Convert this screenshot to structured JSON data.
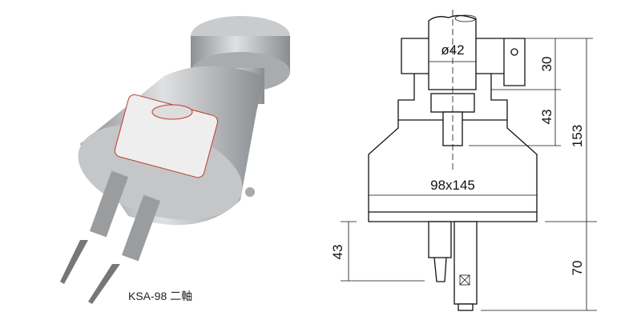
{
  "product": {
    "caption": "KSA-98 二軸",
    "photo_label": "product-photo"
  },
  "drawing": {
    "shaft_diameter": "ø42",
    "body_size": "98x145",
    "dim_top_flange": "30",
    "dim_neck": "43",
    "dim_total_height": "153",
    "dim_tool_length": "70",
    "dim_tool_left": "43"
  },
  "colors": {
    "line": "#111111",
    "body_gray": "#b9bcbe",
    "label_red": "#c0392b"
  }
}
